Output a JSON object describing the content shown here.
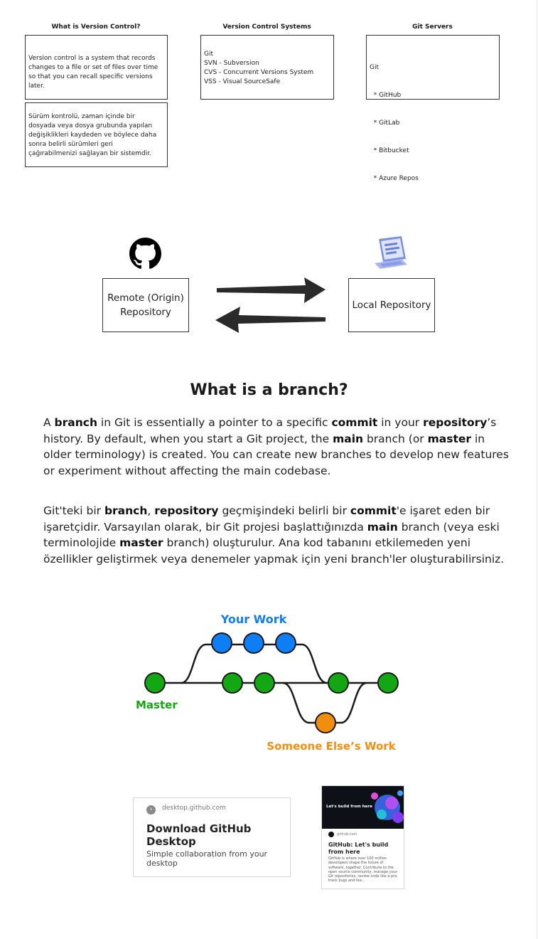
{
  "sections": [
    {
      "title": "What is Version Control?"
    },
    {
      "title": "Version Control Systems"
    },
    {
      "title": "Git Servers"
    }
  ],
  "boxes": {
    "vc_en": "Version control is a system that records changes to a file or set of files over time so that you can recall specific versions later.",
    "vc_tr": "Sürüm kontrolü, zaman içinde bir dosyada veya dosya grubunda yapılan değişiklikleri kaydeden ve böylece daha sonra belirli sürümleri geri çağırabilmenizi sağlayan bir sistemdir.",
    "vcs_list": [
      "Git",
      "SVN - Subversion",
      "CVS - Concurrent Versions System",
      "VSS - Visual SourceSafe"
    ],
    "servers_list": [
      "Git",
      "  * GitHub",
      "  * GitLab",
      "  * Bitbucket",
      "  * Azure Repos"
    ]
  },
  "diagram": {
    "remote_label": "Remote (Origin)\nRepository",
    "local_label": "Local Repository",
    "remote_icon": "github-octocat-icon",
    "local_icon": "laptop-icon"
  },
  "branch": {
    "heading": "What is a branch?",
    "para_en": {
      "t1": "A ",
      "b1": "branch",
      "t2": " in Git is essentially a pointer to a specific ",
      "b2": "commit",
      "t3": " in your ",
      "b3": "repository",
      "t4": "’s history. By default, when you start a Git project, the ",
      "b4": "main",
      "t5": " branch (or ",
      "b5": "master",
      "t6": " in older terminology) is created. You can create new branches to develop new features or experiment without affecting the main codebase."
    },
    "para_tr": {
      "t1": "Git'teki bir ",
      "b1": "branch",
      "t2": ", ",
      "b2": "repository",
      "t3": " geçmişindeki belirli bir ",
      "b3": "commit",
      "t4": "'e işaret eden bir işaretçidir. Varsayılan olarak, bir Git projesi başlattığınızda ",
      "b4": "main",
      "t5": " branch (veya eski terminolojide ",
      "b5": "master",
      "t6": " branch) oluşturulur. Ana kod tabanını etkilemeden yeni özellikler geliştirmek veya denemeler yapmak için yeni branch'ler oluşturabilirsiniz."
    }
  },
  "git_graph": {
    "your_work_label": "Your Work",
    "master_label": "Master",
    "someone_label": "Someone Else’s Work",
    "colors": {
      "master": "#13a813",
      "your_work": "#0d7ef5",
      "someone": "#f28e0e",
      "line": "#1a1a1a"
    }
  },
  "cards": {
    "desktop": {
      "domain": "desktop.github.com",
      "title": "Download GitHub Desktop",
      "desc": "Simple collaboration from your desktop"
    },
    "github": {
      "banner": "Let's build from here",
      "domain": "github.com",
      "title": "GitHub: Let's build from here",
      "desc": "GitHub is where over 100 million developers shape the future of software, together. Contribute to the open source community, manage your Git repositories, review code like a pro, track bugs and fea..."
    }
  }
}
